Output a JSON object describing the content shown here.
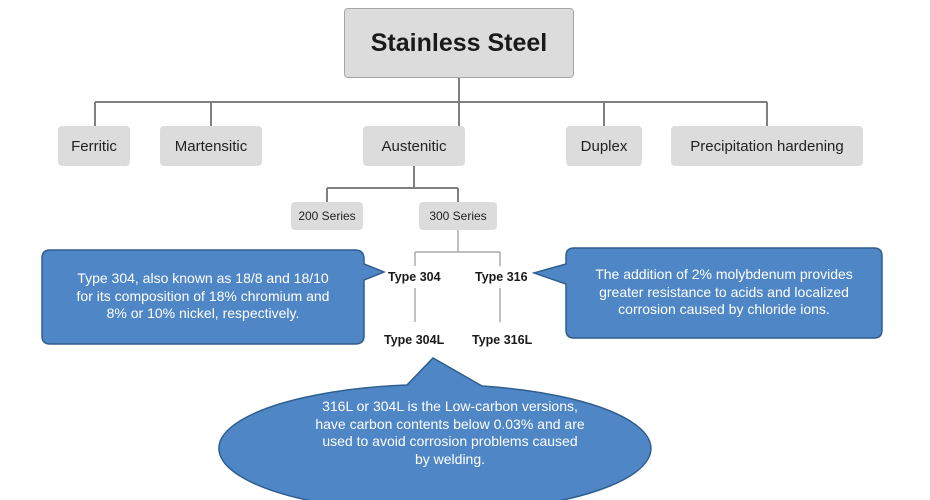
{
  "root": {
    "title": "Stainless Steel"
  },
  "families": [
    "Ferritic",
    "Martensitic",
    "Austenitic",
    "Duplex",
    "Precipitation hardening"
  ],
  "series": [
    "200 Series",
    "300 Series"
  ],
  "types": {
    "t304": "Type 304",
    "t316": "Type 316",
    "t304l": "Type 304L",
    "t316l": "Type 316L"
  },
  "callouts": {
    "left": [
      "Type 304, also known as 18/8 and 18/10",
      "for its composition of 18% chromium and",
      "8% or 10% nickel, respectively."
    ],
    "right": [
      "The addition of 2% molybdenum provides",
      "greater resistance to acids and localized",
      "corrosion caused by chloride ions."
    ],
    "bottom": [
      "316L or 304L is the Low-carbon versions,",
      "have carbon contents below 0.03% and are",
      "used to avoid corrosion problems caused",
      "by welding."
    ]
  },
  "colors": {
    "node_fill": "#dcdcdc",
    "connector": "#7f7f7f",
    "callout_fill": "#4f86c6",
    "callout_border": "#2f5f8f"
  }
}
